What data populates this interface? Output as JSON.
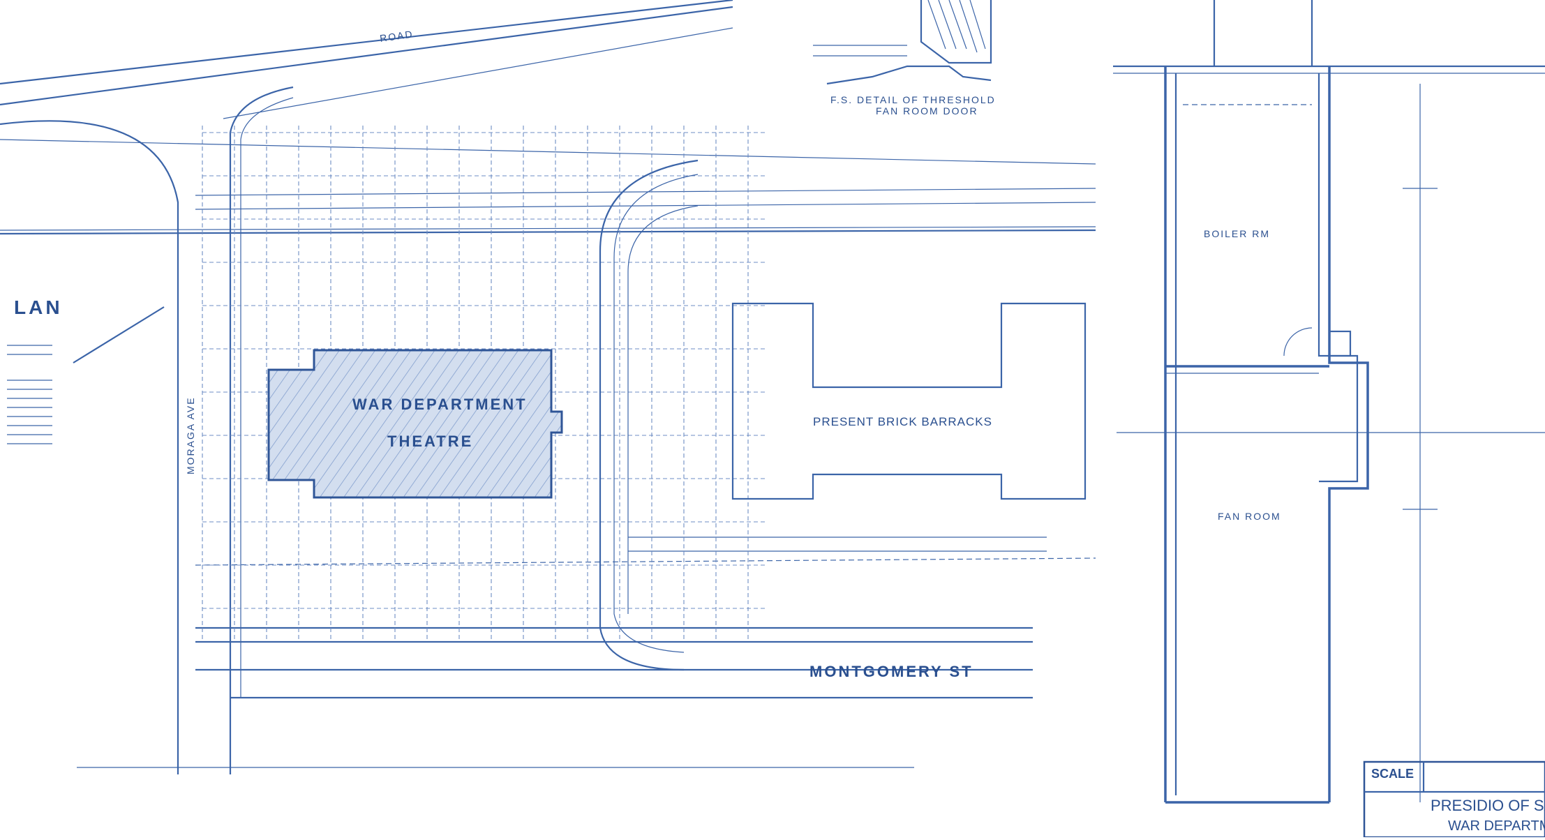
{
  "plan_title": "LAN",
  "road_label": "ROAD",
  "detail_title_line1": "F.S. DETAIL OF THRESHOLD",
  "detail_title_line2": "FAN ROOM DOOR",
  "theatre_label_line1": "WAR DEPARTMENT",
  "theatre_label_line2": "THEATRE",
  "barracks_label": "PRESENT BRICK BARRACKS",
  "street_right": "MONTGOMERY ST",
  "street_left": "MORAGA AVE",
  "room_upper": "BOILER RM",
  "room_lower": "FAN ROOM",
  "title_block": {
    "scale_label": "SCALE",
    "line1": "PRESIDIO OF SAN F",
    "line2": "WAR DEPARTM"
  },
  "colors": {
    "ink": "#3b64a8",
    "hatch_fill": "#c9d6ec",
    "paper": "#ffffff"
  }
}
